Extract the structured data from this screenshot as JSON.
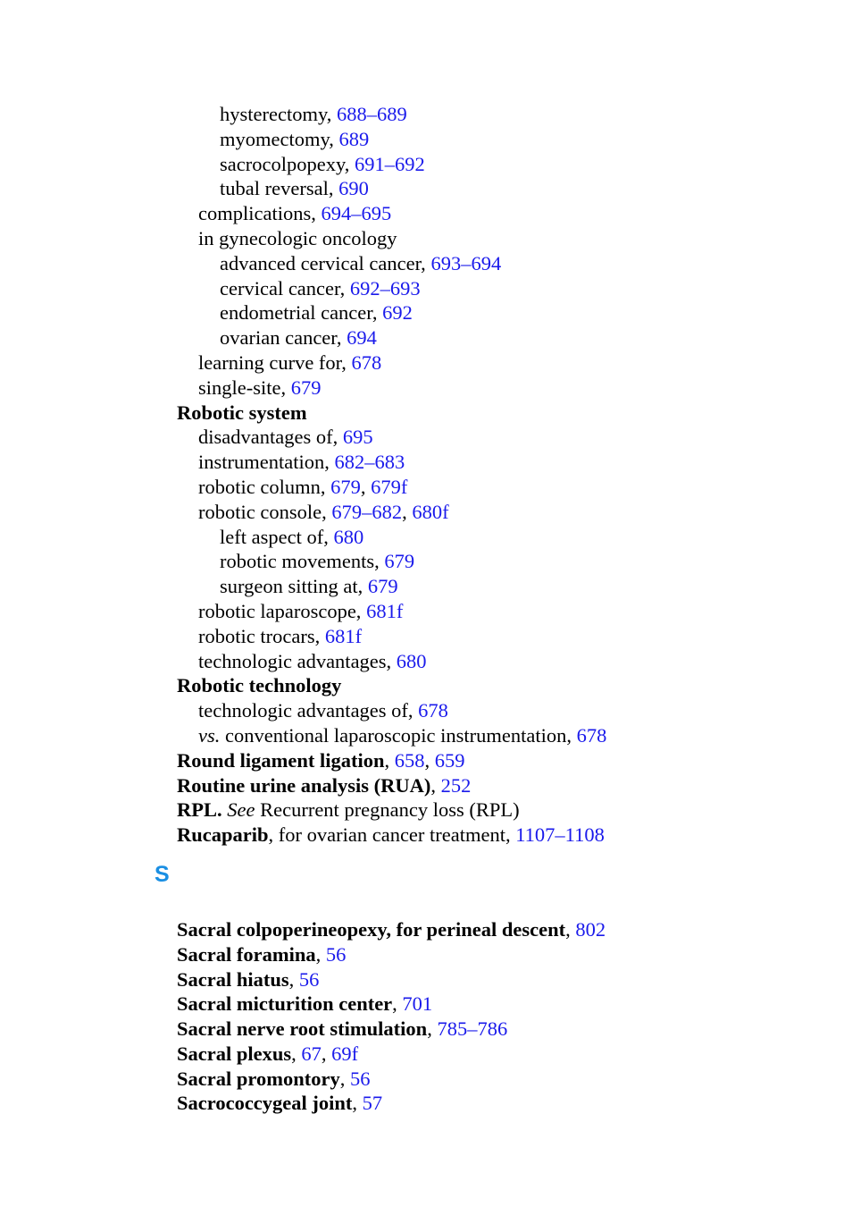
{
  "colors": {
    "link": "#1a1aeb",
    "section_letter": "#1a8fe3",
    "text": "#000000"
  },
  "groups": [
    {
      "entries": [
        {
          "level": 2,
          "parts": [
            {
              "t": "hysterectomy, "
            },
            {
              "t": "688–689",
              "link": true
            }
          ]
        },
        {
          "level": 2,
          "parts": [
            {
              "t": "myomectomy, "
            },
            {
              "t": "689",
              "link": true
            }
          ]
        },
        {
          "level": 2,
          "parts": [
            {
              "t": "sacrocolpopexy, "
            },
            {
              "t": "691–692",
              "link": true
            }
          ]
        },
        {
          "level": 2,
          "parts": [
            {
              "t": "tubal reversal, "
            },
            {
              "t": "690",
              "link": true
            }
          ]
        },
        {
          "level": 1,
          "parts": [
            {
              "t": "complications, "
            },
            {
              "t": "694–695",
              "link": true
            }
          ]
        },
        {
          "level": 1,
          "parts": [
            {
              "t": "in gynecologic oncology"
            }
          ]
        },
        {
          "level": 2,
          "parts": [
            {
              "t": "advanced cervical cancer, "
            },
            {
              "t": "693–694",
              "link": true
            }
          ]
        },
        {
          "level": 2,
          "parts": [
            {
              "t": "cervical cancer, "
            },
            {
              "t": "692–693",
              "link": true
            }
          ]
        },
        {
          "level": 2,
          "parts": [
            {
              "t": "endometrial cancer, "
            },
            {
              "t": "692",
              "link": true
            }
          ]
        },
        {
          "level": 2,
          "parts": [
            {
              "t": "ovarian cancer, "
            },
            {
              "t": "694",
              "link": true
            }
          ]
        },
        {
          "level": 1,
          "parts": [
            {
              "t": "learning curve for, "
            },
            {
              "t": "678",
              "link": true
            }
          ]
        },
        {
          "level": 1,
          "parts": [
            {
              "t": "single-site, "
            },
            {
              "t": "679",
              "link": true
            }
          ]
        },
        {
          "level": 0,
          "parts": [
            {
              "t": "Robotic system",
              "bold": true
            }
          ]
        },
        {
          "level": 1,
          "parts": [
            {
              "t": "disadvantages of, "
            },
            {
              "t": "695",
              "link": true
            }
          ]
        },
        {
          "level": 1,
          "parts": [
            {
              "t": "instrumentation, "
            },
            {
              "t": "682–683",
              "link": true
            }
          ]
        },
        {
          "level": 1,
          "parts": [
            {
              "t": "robotic column, "
            },
            {
              "t": "679",
              "link": true
            },
            {
              "t": ", "
            },
            {
              "t": "679f",
              "link": true
            }
          ]
        },
        {
          "level": 1,
          "parts": [
            {
              "t": "robotic console, "
            },
            {
              "t": "679–682",
              "link": true
            },
            {
              "t": ", "
            },
            {
              "t": "680f",
              "link": true
            }
          ]
        },
        {
          "level": 2,
          "parts": [
            {
              "t": "left aspect of, "
            },
            {
              "t": "680",
              "link": true
            }
          ]
        },
        {
          "level": 2,
          "parts": [
            {
              "t": "robotic movements, "
            },
            {
              "t": "679",
              "link": true
            }
          ]
        },
        {
          "level": 2,
          "parts": [
            {
              "t": "surgeon sitting at, "
            },
            {
              "t": "679",
              "link": true
            }
          ]
        },
        {
          "level": 1,
          "parts": [
            {
              "t": "robotic laparoscope, "
            },
            {
              "t": "681f",
              "link": true
            }
          ]
        },
        {
          "level": 1,
          "parts": [
            {
              "t": "robotic trocars, "
            },
            {
              "t": "681f",
              "link": true
            }
          ]
        },
        {
          "level": 1,
          "parts": [
            {
              "t": "technologic advantages, "
            },
            {
              "t": "680",
              "link": true
            }
          ]
        },
        {
          "level": 0,
          "parts": [
            {
              "t": "Robotic technology",
              "bold": true
            }
          ]
        },
        {
          "level": 1,
          "parts": [
            {
              "t": "technologic advantages of, "
            },
            {
              "t": "678",
              "link": true
            }
          ]
        },
        {
          "level": 1,
          "parts": [
            {
              "t": "vs.",
              "italic": true
            },
            {
              "t": " conventional laparoscopic instrumentation, "
            },
            {
              "t": "678",
              "link": true
            }
          ]
        },
        {
          "level": 0,
          "parts": [
            {
              "t": "Round ligament ligation",
              "bold": true
            },
            {
              "t": ", "
            },
            {
              "t": "658",
              "link": true
            },
            {
              "t": ", "
            },
            {
              "t": "659",
              "link": true
            }
          ]
        },
        {
          "level": 0,
          "parts": [
            {
              "t": "Routine urine analysis (RUA)",
              "bold": true
            },
            {
              "t": ", "
            },
            {
              "t": "252",
              "link": true
            }
          ]
        },
        {
          "level": 0,
          "parts": [
            {
              "t": "RPL.",
              "bold": true
            },
            {
              "t": " "
            },
            {
              "t": "See",
              "italic": true
            },
            {
              "t": " Recurrent pregnancy loss (RPL)"
            }
          ]
        },
        {
          "level": 0,
          "parts": [
            {
              "t": "Rucaparib",
              "bold": true
            },
            {
              "t": ", for ovarian cancer treatment, "
            },
            {
              "t": "1107–1108",
              "link": true
            }
          ]
        }
      ]
    },
    {
      "letter": "S",
      "entries": [
        {
          "level": 0,
          "parts": [
            {
              "t": "Sacral colpoperineopexy, for perineal descent",
              "bold": true
            },
            {
              "t": ", "
            },
            {
              "t": "802",
              "link": true
            }
          ]
        },
        {
          "level": 0,
          "parts": [
            {
              "t": "Sacral foramina",
              "bold": true
            },
            {
              "t": ", "
            },
            {
              "t": "56",
              "link": true
            }
          ]
        },
        {
          "level": 0,
          "parts": [
            {
              "t": "Sacral hiatus",
              "bold": true
            },
            {
              "t": ", "
            },
            {
              "t": "56",
              "link": true
            }
          ]
        },
        {
          "level": 0,
          "parts": [
            {
              "t": "Sacral micturition center",
              "bold": true
            },
            {
              "t": ", "
            },
            {
              "t": "701",
              "link": true
            }
          ]
        },
        {
          "level": 0,
          "parts": [
            {
              "t": "Sacral nerve root stimulation",
              "bold": true
            },
            {
              "t": ", "
            },
            {
              "t": "785–786",
              "link": true
            }
          ]
        },
        {
          "level": 0,
          "parts": [
            {
              "t": "Sacral plexus",
              "bold": true
            },
            {
              "t": ", "
            },
            {
              "t": "67",
              "link": true
            },
            {
              "t": ", "
            },
            {
              "t": "69f",
              "link": true
            }
          ]
        },
        {
          "level": 0,
          "parts": [
            {
              "t": "Sacral promontory",
              "bold": true
            },
            {
              "t": ", "
            },
            {
              "t": "56",
              "link": true
            }
          ]
        },
        {
          "level": 0,
          "parts": [
            {
              "t": "Sacrococcygeal joint",
              "bold": true
            },
            {
              "t": ", "
            },
            {
              "t": "57",
              "link": true
            }
          ]
        }
      ]
    }
  ]
}
